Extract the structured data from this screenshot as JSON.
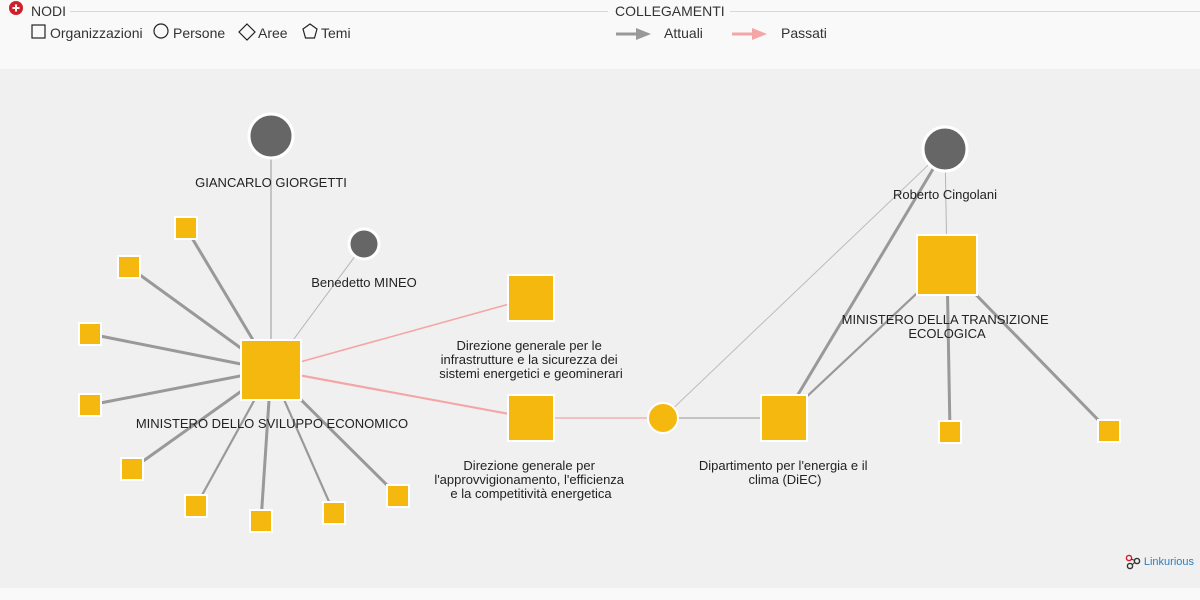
{
  "legend": {
    "nodes_title": "NODI",
    "node_types": [
      {
        "shape": "square-icon",
        "label": "Organizzazioni"
      },
      {
        "shape": "circle-icon",
        "label": "Persone"
      },
      {
        "shape": "diamond-icon",
        "label": "Aree"
      },
      {
        "shape": "pentagon-icon",
        "label": "Temi"
      }
    ],
    "links_title": "COLLEGAMENTI",
    "link_types": [
      {
        "label": "Attuali",
        "color": "#999999"
      },
      {
        "label": "Passati",
        "color": "#f4a6a6"
      }
    ]
  },
  "colors": {
    "organization": "#f5b80e",
    "person": "#666666",
    "node_border": "#ffffff",
    "edge_current": "#999999",
    "edge_past": "#f4a6a6",
    "add_button": "#d0202a"
  },
  "graph": {
    "labels": {
      "giorgetti": "GIANCARLO GIORGETTI",
      "mineo": "Benedetto MINEO",
      "mise": "MINISTERO DELLO SVILUPPO ECONOMICO",
      "dg_infra": [
        "Direzione generale per le",
        "infrastrutture e la sicurezza dei",
        "sistemi energetici e geominerari"
      ],
      "dg_approv": [
        "Direzione generale per",
        "l'approvvigionamento, l'efficienza",
        "e la competitività energetica"
      ],
      "cingolani": "Roberto Cingolani",
      "mite": [
        "MINISTERO DELLA TRANSIZIONE",
        "ECOLOGICA"
      ],
      "diec": [
        "Dipartimento per l'energia e il",
        "clima (DiEC)"
      ]
    }
  },
  "footer": {
    "brand": "Linkurious"
  }
}
